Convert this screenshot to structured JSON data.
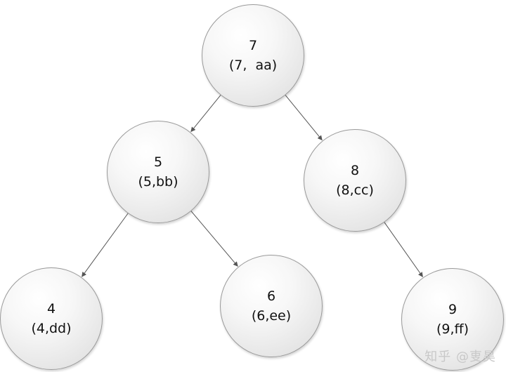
{
  "diagram": {
    "nodes": [
      {
        "id": "n7",
        "key": "7",
        "pair": "(7,  aa)"
      },
      {
        "id": "n5",
        "key": "5",
        "pair": "(5,bb)"
      },
      {
        "id": "n8",
        "key": "8",
        "pair": "(8,cc)"
      },
      {
        "id": "n4",
        "key": "4",
        "pair": "(4,dd)"
      },
      {
        "id": "n6",
        "key": "6",
        "pair": "(6,ee)"
      },
      {
        "id": "n9",
        "key": "9",
        "pair": "(9,ff)"
      }
    ],
    "edges": [
      {
        "from": "n7",
        "to": "n5"
      },
      {
        "from": "n7",
        "to": "n8"
      },
      {
        "from": "n5",
        "to": "n4"
      },
      {
        "from": "n5",
        "to": "n6"
      },
      {
        "from": "n8",
        "to": "n9"
      }
    ],
    "colors": {
      "edge": "#555555",
      "node_border": "#9a9a9a"
    }
  },
  "watermark": {
    "text": "知乎 @叓昊"
  }
}
